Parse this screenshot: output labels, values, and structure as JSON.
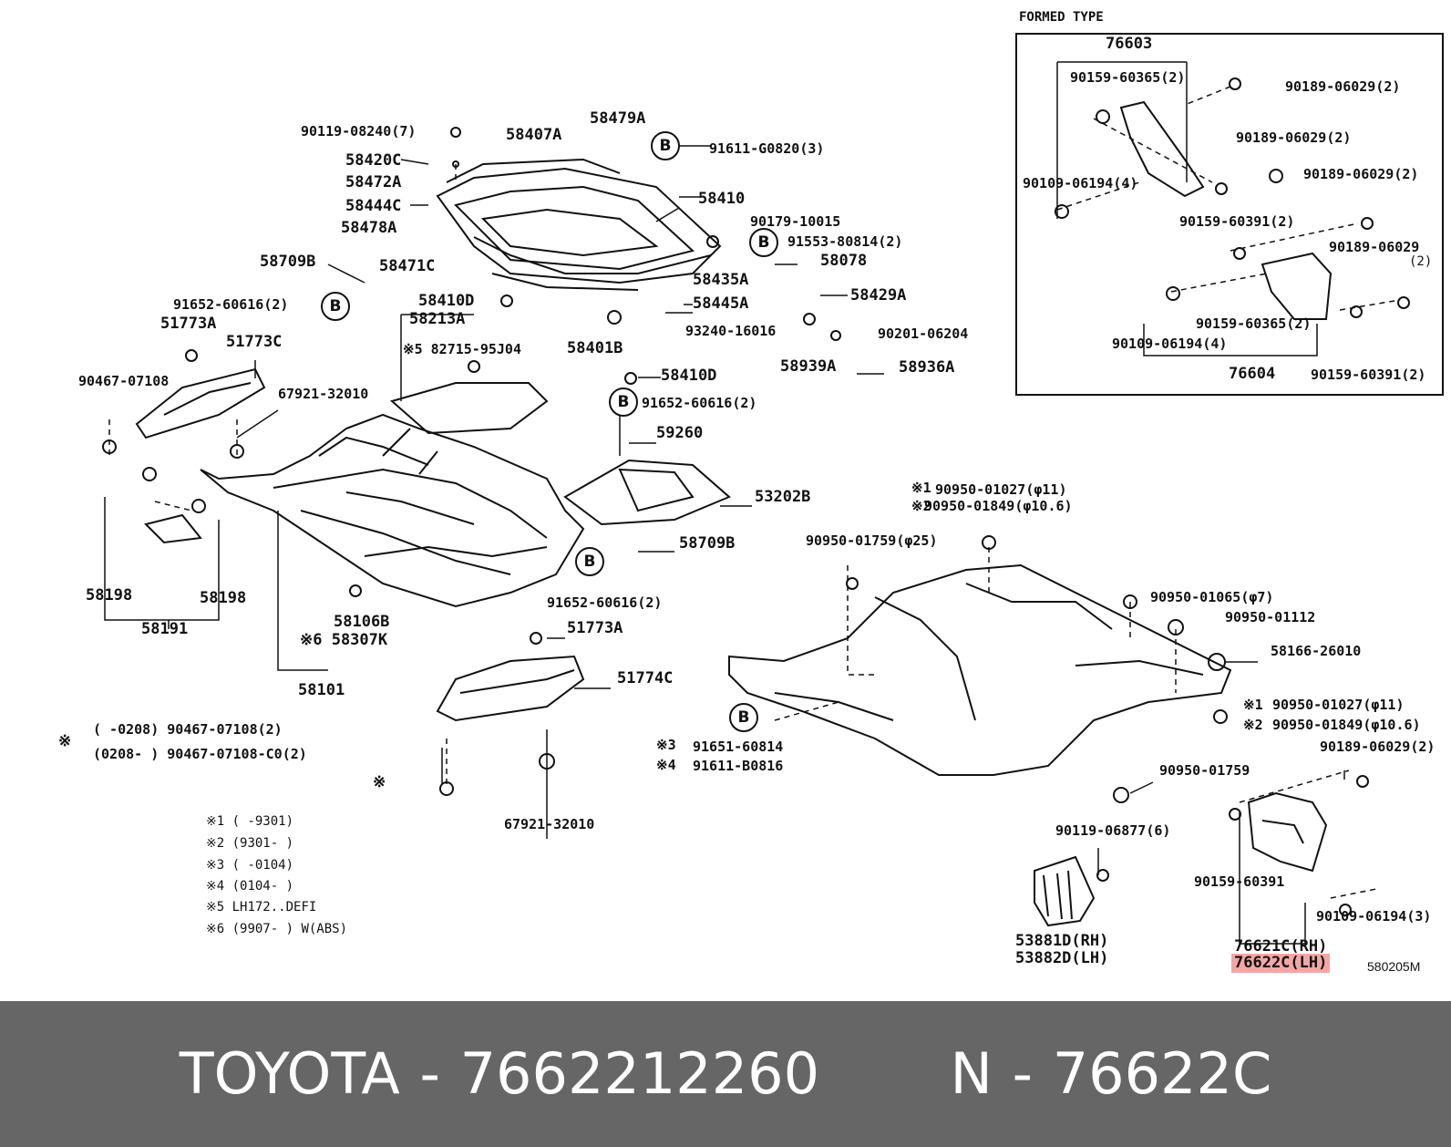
{
  "formed_type": {
    "title": "FORMED TYPE",
    "labels": [
      "76603",
      "90159-60365(2)",
      "90189-06029(2)",
      "90189-06029(2)",
      "90109-06194(4)",
      "90189-06029(2)",
      "90159-60391(2)",
      "90189-06029",
      "(2)",
      "90159-60365(2)",
      "90109-06194(4)",
      "76604",
      "90159-60391(2)"
    ]
  },
  "parts": [
    "90119-08240(7)",
    "58407A",
    "58479A",
    "91611-G0820(3)",
    "58420C",
    "58472A",
    "58410",
    "58444C",
    "58478A",
    "90179-10015",
    "91553-80814(2)",
    "58709B",
    "58471C",
    "58078",
    "58435A",
    "58429A",
    "91652-60616(2)",
    "58410D",
    "58445A",
    "58213A",
    "93240-16016",
    "51773A",
    "51773C",
    "※5 82715-95J04",
    "58401B",
    "90201-06204",
    "58939A",
    "58936A",
    "90467-07108",
    "67921-32010",
    "58410D",
    "91652-60616(2)",
    "59260",
    "53202B",
    "58709B",
    "91652-60616(2)",
    "58198",
    "58198",
    "58191",
    "58106B",
    "※6 58307K",
    "58101",
    "51773A",
    "51774C",
    "67921-32010"
  ],
  "underbody": [
    "※1",
    "90950-01027(φ11)",
    "※2",
    "90950-01849(φ10.6)",
    "90950-01759(φ25)",
    "90950-01065(φ7)",
    "90950-01112",
    "58166-26010",
    "※1",
    "90950-01027(φ11)",
    "※2",
    "90950-01849(φ10.6)",
    "91651-60814",
    "91611-B0816",
    "※3",
    "※4",
    "90950-01759",
    "90189-06029(2)",
    "90119-06877(6)",
    "90159-60391",
    "90109-06194(3)",
    "53881D(RH)",
    "53882D(LH)",
    "76621C(RH)",
    "76622C(LH)"
  ],
  "notes": {
    "clip_row1": "(    -0208)  90467-07108(2)",
    "clip_row2": "(0208-     )  90467-07108-C0(2)",
    "clip_mark": "※",
    "clip_mark2": "※",
    "legend": [
      "※1 (     -9301)",
      "※2 (9301-     )",
      "※3 (     -0104)",
      "※4 (0104-     )",
      "※5 LH172..DEFI",
      "※6 (9907-     ) W(ABS)"
    ]
  },
  "circle_mark": "B",
  "drawing_number": "580205M",
  "footer": {
    "brand": "TOYOTA",
    "dash1": "-",
    "part_number": "7662212260",
    "n_label": "N",
    "dash2": "-",
    "ref_code": "76622C"
  }
}
